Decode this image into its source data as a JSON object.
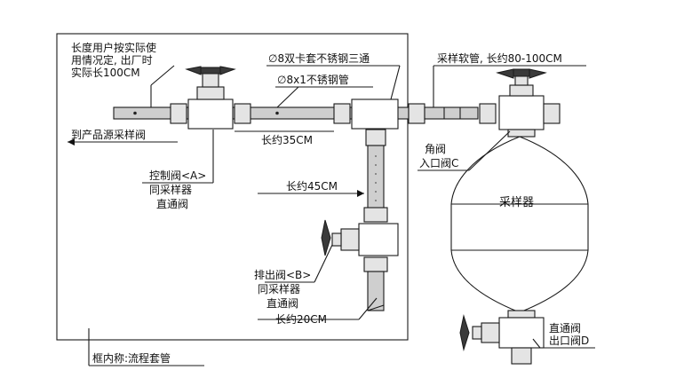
{
  "labels": {
    "length_note_1": "长度用户按实际使",
    "length_note_2": "用情况定, 出厂时",
    "length_note_3": "实际长100CM",
    "to_product_valve": "到产品源采样阀",
    "tee_label": "∅8双卡套不锈钢三通",
    "tube_label": "∅8x1不锈钢管",
    "len_35": "长约35CM",
    "control_valve_1": "控制阀<A>",
    "control_valve_2": "同采样器",
    "control_valve_3": "直通阀",
    "len_45": "长约45CM",
    "drain_valve_1": "排出阀<B>",
    "drain_valve_2": "同采样器",
    "drain_valve_3": "直通阀",
    "len_20": "长约20CM",
    "frame_label": "框内称:流程套管",
    "hose_label": "采样软管, 长约80-100CM",
    "angle_valve_1": "角阀",
    "angle_valve_2": "入口阀C",
    "sampler": "采样器",
    "straight_valve_1": "直通阀",
    "straight_valve_2": "出口阀D"
  }
}
